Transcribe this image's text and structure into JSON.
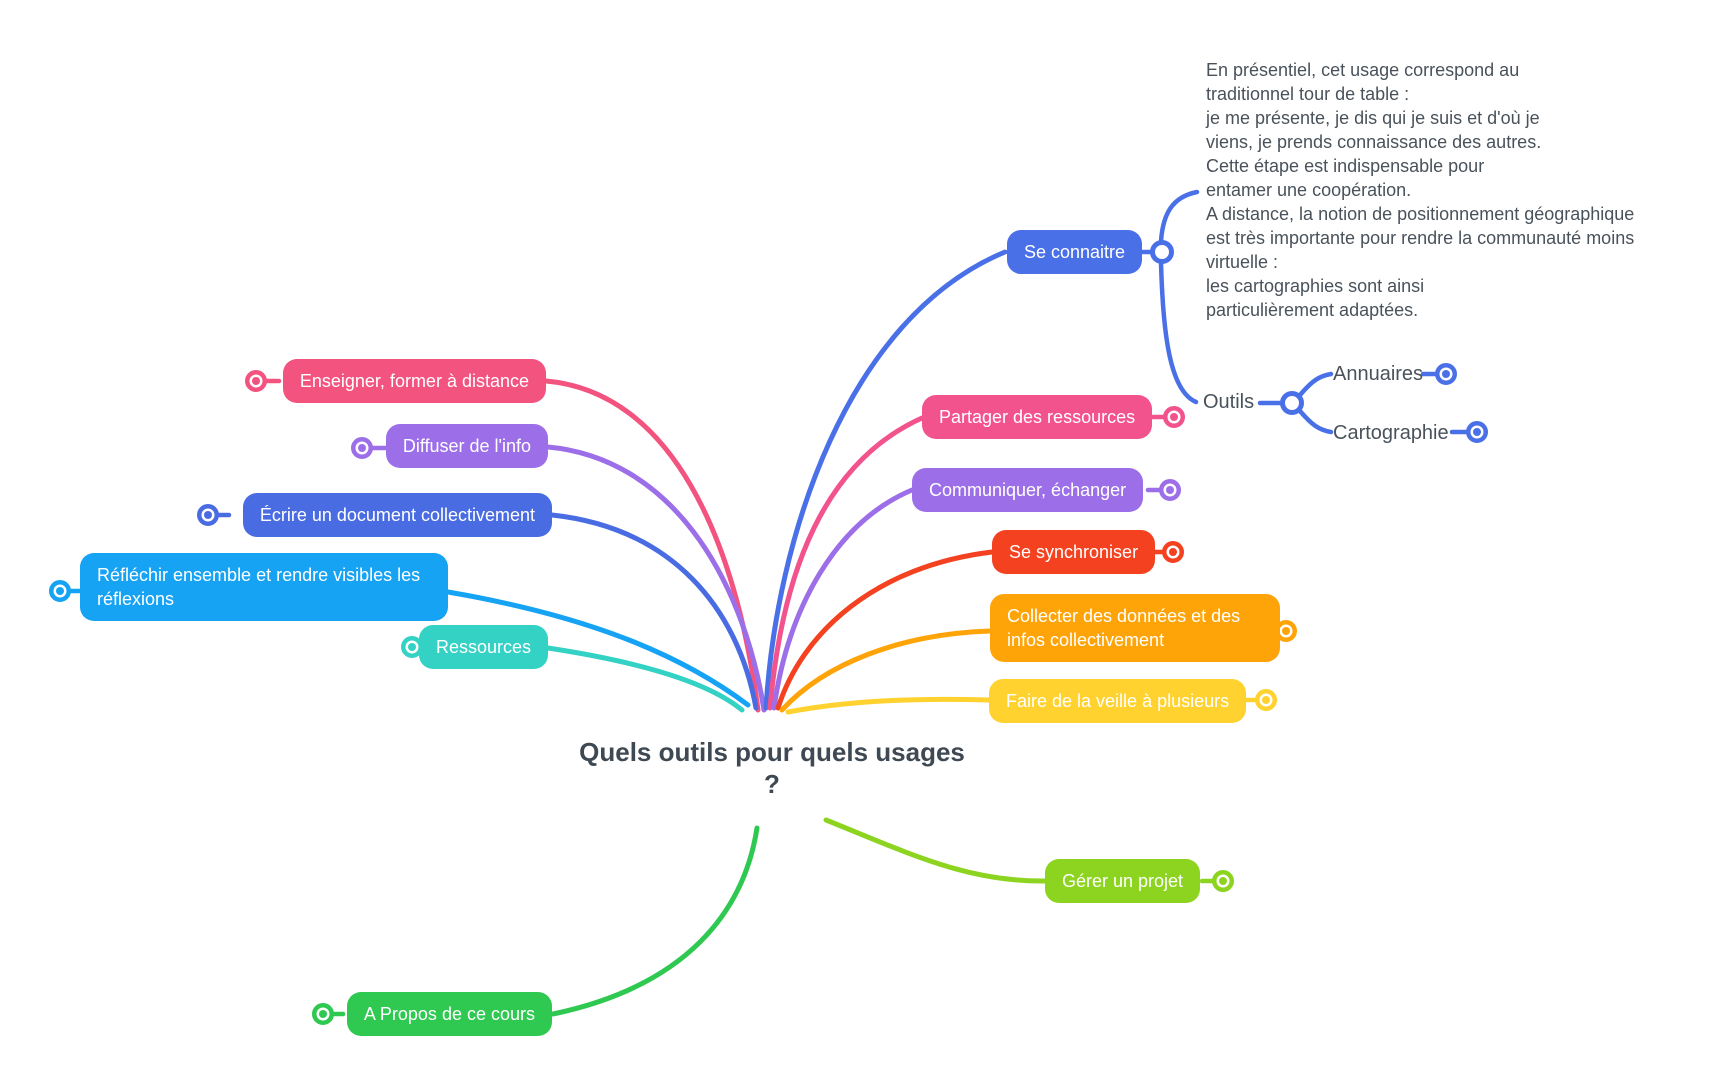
{
  "title": {
    "line1": "Quels outils pour quels usages",
    "line2": "?"
  },
  "annotation": {
    "text": "En présentiel, cet usage correspond au\ntraditionnel tour de table :\nje me présente, je dis qui je suis et d'où je\nviens, je prends connaissance des autres.\nCette étape est indispensable pour\nentamer une coopération.\nA distance, la notion de positionnement géographique\nest très importante pour rendre la communauté moins\nvirtuelle :\nles cartographies sont ainsi\nparticulièrement adaptées."
  },
  "gray_labels": {
    "outils": "Outils",
    "annuaires": "Annuaires",
    "cartographie": "Cartographie"
  },
  "nodes": {
    "se_connaitre": {
      "label": "Se connaitre",
      "color": "#4A70E8"
    },
    "enseigner": {
      "label": "Enseigner, former à distance",
      "color": "#F2537F"
    },
    "diffuser": {
      "label": "Diffuser de l'info",
      "color": "#9C6FE9"
    },
    "ecrire": {
      "label": "Écrire un document collectivement",
      "color": "#4A6CE3"
    },
    "reflechir": {
      "label": "Réfléchir ensemble et rendre visibles les réflexions",
      "color": "#17A3F3"
    },
    "ressources": {
      "label": "Ressources",
      "color": "#34D1C5"
    },
    "partager": {
      "label": "Partager des ressources",
      "color": "#F2538D"
    },
    "communiquer": {
      "label": "Communiquer, échanger",
      "color": "#9C6FE9"
    },
    "synchroniser": {
      "label": "Se synchroniser",
      "color": "#F4411F"
    },
    "collecter": {
      "label": "Collecter des données et des infos collectivement",
      "color": "#FFA408"
    },
    "veille": {
      "label": "Faire de la veille à plusieurs",
      "color": "#FFD22F"
    },
    "gerer": {
      "label": "Gérer un projet",
      "color": "#8CD41F"
    },
    "apropos": {
      "label": "A Propos de ce cours",
      "color": "#2FC952"
    }
  },
  "colors": {
    "title_text": "#3E4953",
    "gray_text": "#49525B",
    "subtree_connector": "#4A70E8"
  }
}
